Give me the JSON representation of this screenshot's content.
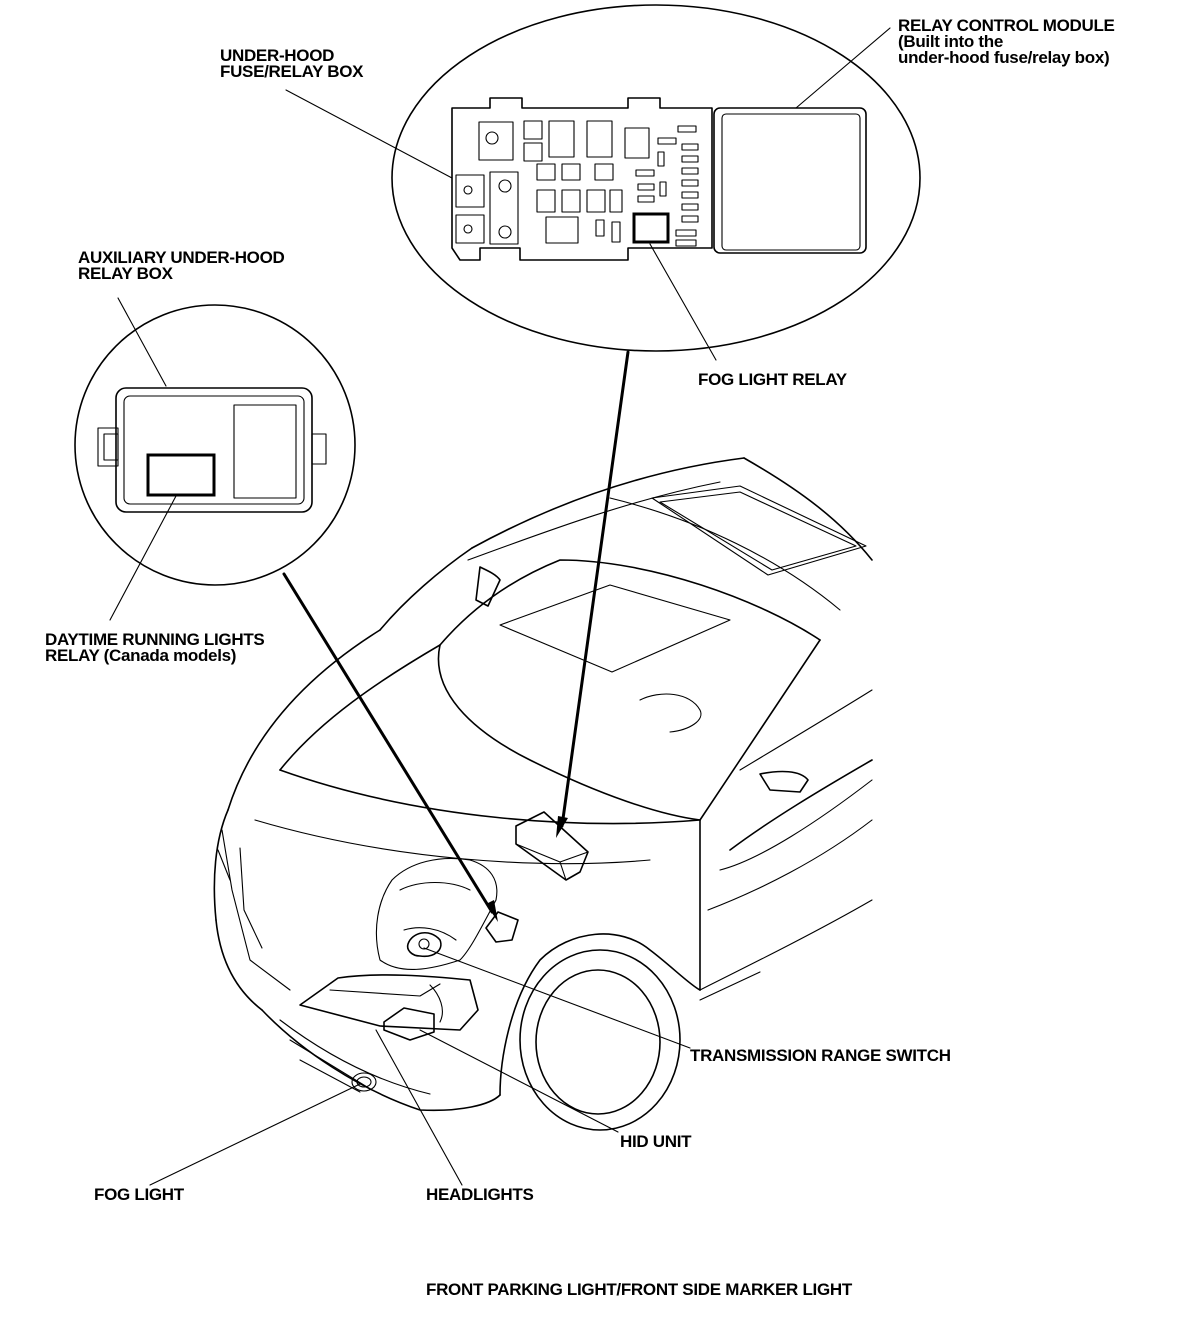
{
  "labels": {
    "relay_control_module": [
      "RELAY CONTROL MODULE",
      "(Built into the",
      "under-hood fuse/relay box)"
    ],
    "under_hood_box": [
      "UNDER-HOOD",
      "FUSE/RELAY BOX"
    ],
    "auxiliary_box": [
      "AUXILIARY UNDER-HOOD",
      "RELAY BOX"
    ],
    "fog_light_relay": "FOG LIGHT RELAY",
    "drl_relay": [
      "DAYTIME RUNNING LIGHTS",
      "RELAY (Canada models)"
    ],
    "transmission_range_switch": "TRANSMISSION RANGE SWITCH",
    "hid_unit": "HID UNIT",
    "fog_light": "FOG LIGHT",
    "headlights": "HEADLIGHTS",
    "caption": "FRONT PARKING LIGHT/FRONT SIDE MARKER LIGHT"
  },
  "colors": {
    "ink": "#000000",
    "background": "#ffffff"
  }
}
